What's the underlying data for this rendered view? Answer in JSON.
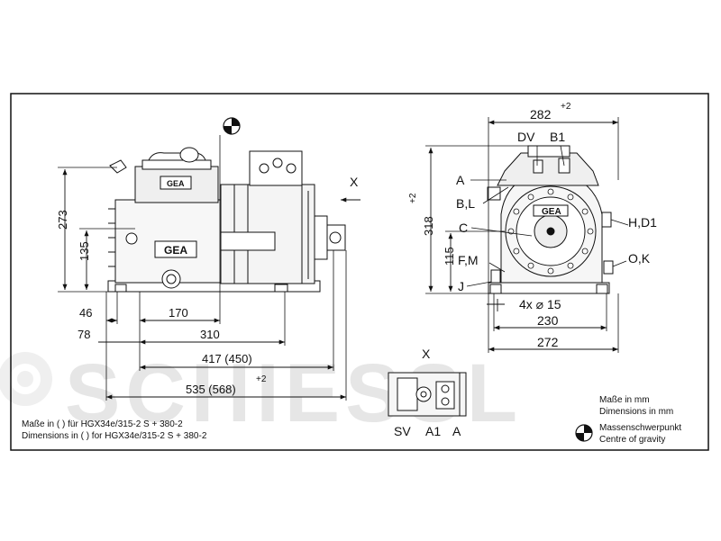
{
  "watermark": {
    "text": "SCHIESSL"
  },
  "dimensions": {
    "side_height_total": "273",
    "side_height_axis": "135",
    "d46": "46",
    "d170": "170",
    "d78": "78",
    "d310": "310",
    "d417": "417 (450)",
    "d535": "535 (568)",
    "tol_plus2": "+2",
    "front_width_top": "282",
    "front_height": "318",
    "front_base_axis": "115",
    "holes": "4x ⌀ 15",
    "w230": "230",
    "w272": "272"
  },
  "labels": {
    "x_arrow": "X",
    "x_view": "X",
    "dv": "DV",
    "b1": "B1",
    "a": "A",
    "bl": "B,L",
    "c": "C",
    "fm": "F,M",
    "j": "J",
    "hd1": "H,D1",
    "ok": "O,K",
    "sv": "SV",
    "a1": "A1",
    "a_bottom": "A"
  },
  "notes": {
    "left_line1": "Maße in ( ) für HGX34e/315-2 S + 380-2",
    "left_line2": "Dimensions in ( ) for HGX34e/315-2 S + 380-2",
    "units_de": "Maße in mm",
    "units_en": "Dimensions in mm",
    "cog_de": "Massenschwerpunkt",
    "cog_en": "Centre of gravity"
  },
  "logo_text": "GEA",
  "icons": [
    "centre-of-gravity-icon"
  ]
}
